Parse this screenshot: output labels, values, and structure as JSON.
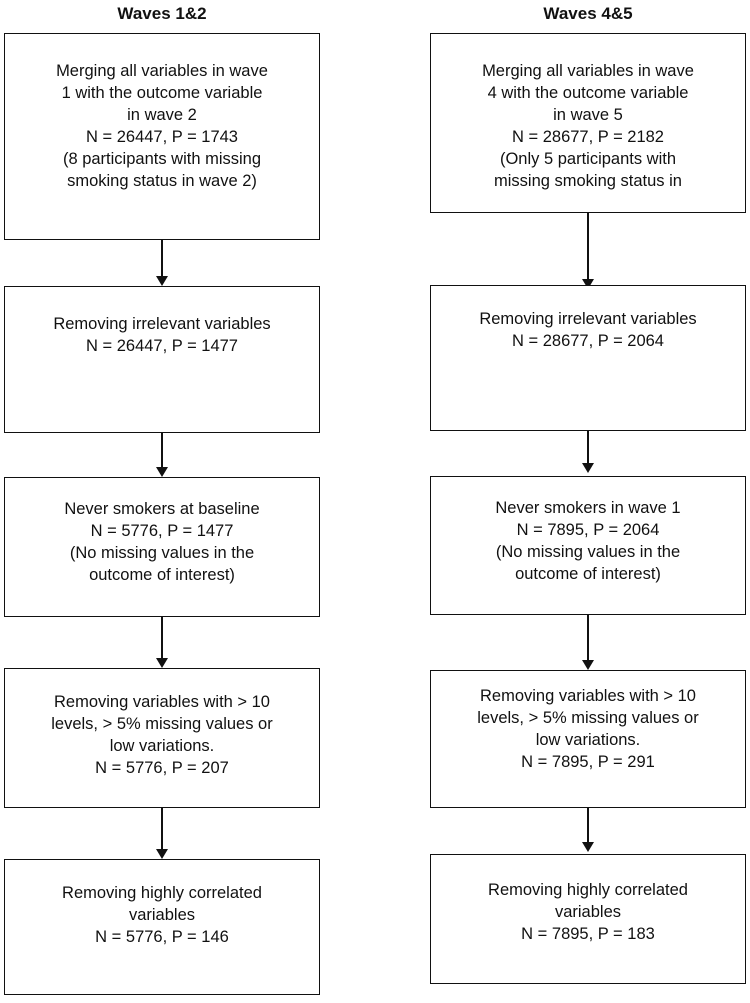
{
  "left": {
    "title": "Waves 1&2",
    "box1": [
      "Merging all variables in wave",
      "1 with the outcome variable",
      "in wave 2",
      "N = 26447, P = 1743",
      "(8 participants with missing",
      "smoking status in wave 2)"
    ],
    "box2": [
      "Removing irrelevant variables",
      "N = 26447, P = 1477"
    ],
    "box3": [
      "Never smokers at baseline",
      "N = 5776, P = 1477",
      "(No missing values in the",
      "outcome of interest)"
    ],
    "box4": [
      "Removing variables with > 10",
      "levels, > 5% missing values or",
      "low variations.",
      "N = 5776, P = 207"
    ],
    "box5": [
      "Removing highly correlated",
      "variables",
      "N = 5776, P = 146"
    ]
  },
  "right": {
    "title": "Waves 4&5",
    "box1": [
      "Merging all variables in wave",
      "4 with the outcome variable",
      "in wave 5",
      "N = 28677, P = 2182",
      "(Only 5 participants with",
      "missing smoking status in"
    ],
    "box2": [
      "Removing irrelevant variables",
      "N = 28677, P = 2064"
    ],
    "box3": [
      "Never smokers in wave 1",
      "N = 7895, P = 2064",
      "(No missing values in the",
      "outcome of interest)"
    ],
    "box4": [
      "Removing variables with > 10",
      "levels, > 5% missing values or",
      "low variations.",
      "N = 7895, P = 291"
    ],
    "box5": [
      "Removing highly correlated",
      "variables",
      "N = 7895, P = 183"
    ]
  }
}
